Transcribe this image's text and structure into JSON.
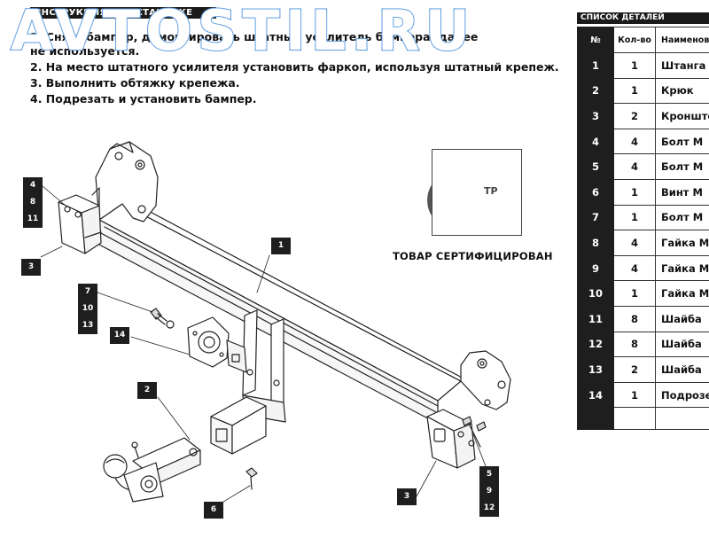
{
  "watermark": "AVTOSTIL.RU",
  "instructions": {
    "title": "ИНСТРУКЦИЯ ПО УСТАНОВКЕ",
    "steps": [
      "1. Снять бампер, демонтировать штатный усилитель бампера, далее",
      "не используется.",
      "2. На место штатного усилителя установить фаркоп, используя штатный крепеж.",
      "3. Выполнить обтяжку крепежа.",
      "4. Подрезать и установить бампер."
    ]
  },
  "certification": {
    "mark": "ТР",
    "text": "ТОВАР СЕРТИФИЦИРОВАН"
  },
  "parts": {
    "title": "СПИСОК ДЕТАЛЕЙ",
    "headers": [
      "№",
      "Кол-во",
      "Наименование"
    ],
    "rows": [
      {
        "no": "1",
        "qty": "1",
        "name": "Штанга"
      },
      {
        "no": "2",
        "qty": "1",
        "name": "Крюк"
      },
      {
        "no": "3",
        "qty": "2",
        "name": "Кронштейн"
      },
      {
        "no": "4",
        "qty": "4",
        "name": "Болт М"
      },
      {
        "no": "5",
        "qty": "4",
        "name": "Болт М"
      },
      {
        "no": "6",
        "qty": "1",
        "name": "Винт М"
      },
      {
        "no": "7",
        "qty": "1",
        "name": "Болт М"
      },
      {
        "no": "8",
        "qty": "4",
        "name": "Гайка М"
      },
      {
        "no": "9",
        "qty": "4",
        "name": "Гайка М"
      },
      {
        "no": "10",
        "qty": "1",
        "name": "Гайка М"
      },
      {
        "no": "11",
        "qty": "8",
        "name": "Шайба"
      },
      {
        "no": "12",
        "qty": "8",
        "name": "Шайба"
      },
      {
        "no": "13",
        "qty": "2",
        "name": "Шайба"
      },
      {
        "no": "14",
        "qty": "1",
        "name": "Подрозетник"
      }
    ]
  },
  "callouts": {
    "group_4_8_11": [
      "4",
      "8",
      "11"
    ],
    "label_3_left": "3",
    "label_1": "1",
    "group_7_10_13": [
      "7",
      "10",
      "13"
    ],
    "label_14": "14",
    "label_2": "2",
    "label_6": "6",
    "label_3_right": "3",
    "group_5_9_12": [
      "5",
      "9",
      "12"
    ]
  }
}
